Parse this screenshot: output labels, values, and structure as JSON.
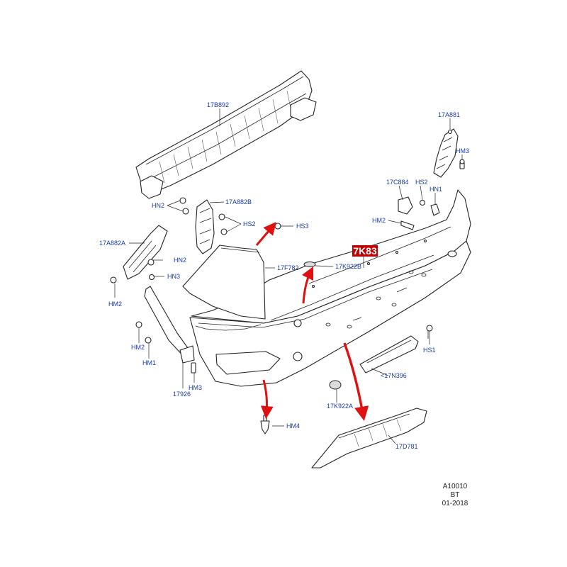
{
  "highlight": {
    "label": "7K83",
    "color": "#c00000"
  },
  "labels": {
    "a17B892": "17B892",
    "a17A881": "17A881",
    "hm3_top": "HM3",
    "a17C884": "17C884",
    "hs2_right": "HS2",
    "hn1": "HN1",
    "hm2_right": "HM2",
    "hn2_top": "HN2",
    "a17A882B": "17A882B",
    "hs2_left": "HS2",
    "hs3": "HS3",
    "a17A882A": "17A882A",
    "hn2_mid": "HN2",
    "hn3": "HN3",
    "hm2_left": "HM2",
    "a17F782": "17F782",
    "a17K922B": "17K922B",
    "hm2_low": "HM2",
    "hm1": "HM1",
    "a17926": "17926",
    "hm3_low": "HM3",
    "hs1": "HS1",
    "a17N396": "<17N396",
    "a17K922A": "17K922A",
    "hm4": "HM4",
    "a17D781": "17D781"
  },
  "stamp": {
    "line1": "A10010",
    "line2": "BT",
    "line3": "01-2018"
  },
  "colors": {
    "label_text": "#1a3aa8",
    "arrow": "#e01010",
    "line": "#222222"
  }
}
